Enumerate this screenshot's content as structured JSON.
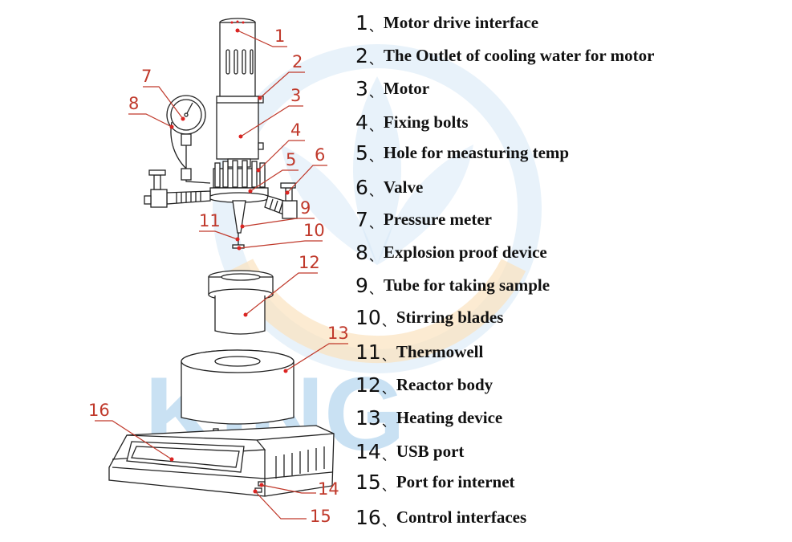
{
  "watermark": {
    "text": "KING",
    "color_blue": "#c4def2",
    "color_orange": "#fbe0b8"
  },
  "accent_color": "#c0392b",
  "legend": [
    {
      "num": "1",
      "sep": "、",
      "label": "Motor drive interface"
    },
    {
      "num": "2",
      "sep": "、",
      "label": "The Outlet of cooling water for motor"
    },
    {
      "num": "3",
      "sep": "、",
      "label": "Motor"
    },
    {
      "num": "4",
      "sep": "、",
      "label": "Fixing bolts"
    },
    {
      "num": "5",
      "sep": "、",
      "label": "Hole for measturing temp"
    },
    {
      "num": "6",
      "sep": "、",
      "label": "Valve"
    },
    {
      "num": "7",
      "sep": "、",
      "label": "Pressure meter"
    },
    {
      "num": "8",
      "sep": "、",
      "label": "Explosion proof device"
    },
    {
      "num": "9",
      "sep": "、",
      "label": "Tube for taking sample"
    },
    {
      "num": "10",
      "sep": "、",
      "label": "Stirring blades"
    },
    {
      "num": "11",
      "sep": "、",
      "label": "Thermowell"
    },
    {
      "num": "12",
      "sep": "、",
      "label": "Reactor body"
    },
    {
      "num": "13",
      "sep": "、",
      "label": "Heating device"
    },
    {
      "num": "14",
      "sep": "、",
      "label": "USB port"
    },
    {
      "num": "15",
      "sep": "、",
      "label": "Port for internet"
    },
    {
      "num": "16",
      "sep": "、",
      "label": "Control interfaces"
    }
  ],
  "callouts": [
    "1",
    "2",
    "3",
    "4",
    "5",
    "6",
    "7",
    "8",
    "9",
    "10",
    "11",
    "12",
    "13",
    "14",
    "15",
    "16"
  ]
}
